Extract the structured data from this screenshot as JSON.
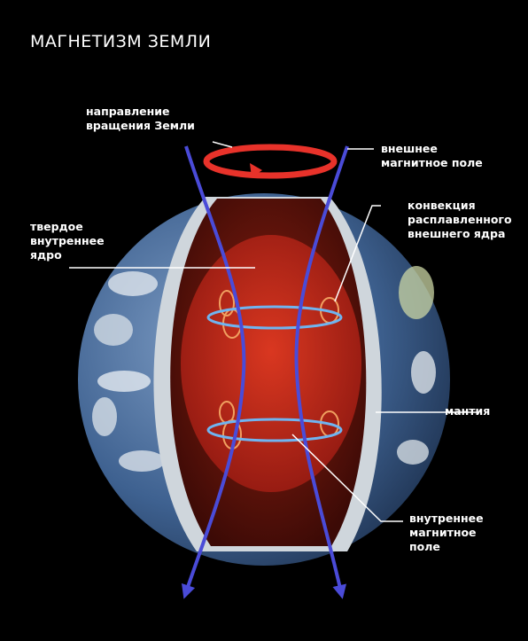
{
  "title": "МАГНЕТИЗМ ЗЕМЛИ",
  "labels": {
    "rotation": "направление\nвращения Земли",
    "outer_field": "внешнее\nмагнитное поле",
    "convection": "конвекция\nрасплавленного\nвнешнего ядра",
    "inner_core": "твердое\nвнутреннее\nядро",
    "mantle": "мантия",
    "inner_field": "внутреннее\nмагнитное\nполе"
  },
  "colors": {
    "background": "#000000",
    "field_lines": "#4a4bd8",
    "rotation_arrow": "#e8322a",
    "current_rings": "#6fb4f0",
    "convection_cells": "#f0a060",
    "outer_core": "#8a1c10",
    "inner_core": "#c4241a",
    "mantle": "#cfd6dc",
    "ocean": "#3a5f8f"
  }
}
